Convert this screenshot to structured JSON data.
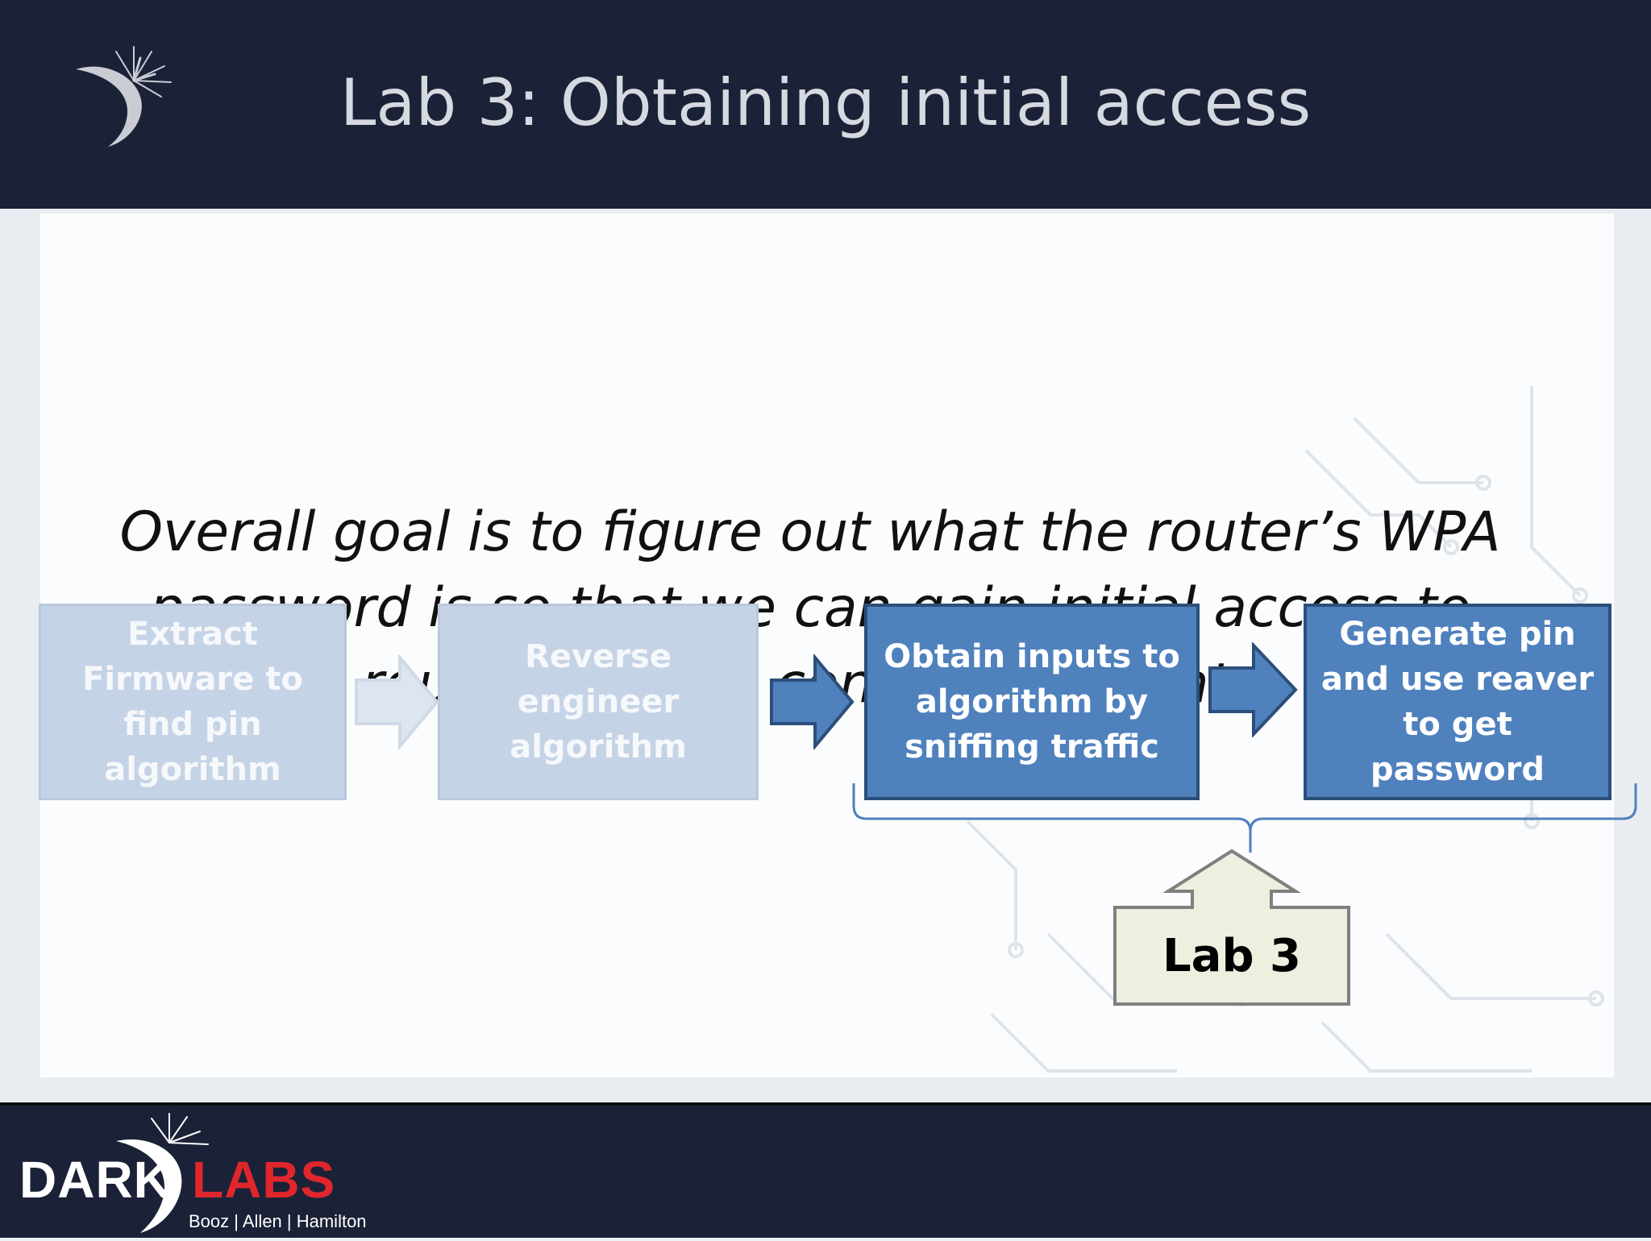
{
  "slide": {
    "title": "Lab 3: Obtaining initial access",
    "goal": "Overall goal is to figure out what the router’s  WPA password is so that we can gain initial access to router and the connected clients"
  },
  "flow": {
    "steps": [
      {
        "label": "Extract Firmware to find pin algorithm",
        "state": "faded"
      },
      {
        "label": "Reverse engineer algorithm",
        "state": "faded"
      },
      {
        "label": "Obtain inputs to algorithm by sniffing traffic",
        "state": "active"
      },
      {
        "label": "Generate pin and use reaver to get password",
        "state": "active"
      }
    ],
    "callout": "Lab 3"
  },
  "footer": {
    "logo_dark": "DARK",
    "logo_labs": "LABS",
    "logo_sub": "Booz | Allen | Hamilton"
  },
  "colors": {
    "header_bg": "#1b2237",
    "active_box": "#4f81bd",
    "faded_box": "#c5d3e6",
    "callout_box": "#ebf1de",
    "brand_red": "#e0262c"
  },
  "icons": {
    "header_logo": "starburst-arc-logo",
    "flow_arrow": "right-arrow",
    "callout_arrow": "up-arrow-callout"
  }
}
